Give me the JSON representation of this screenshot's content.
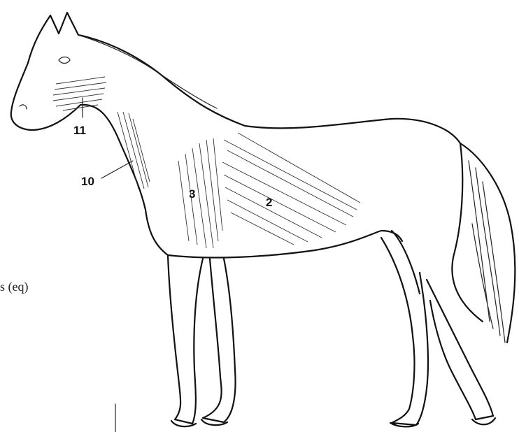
{
  "diagram": {
    "labels": {
      "region_11": "11",
      "region_10": "10",
      "region_3": "3",
      "region_2": "2"
    },
    "margin_text": "s (eq)"
  }
}
